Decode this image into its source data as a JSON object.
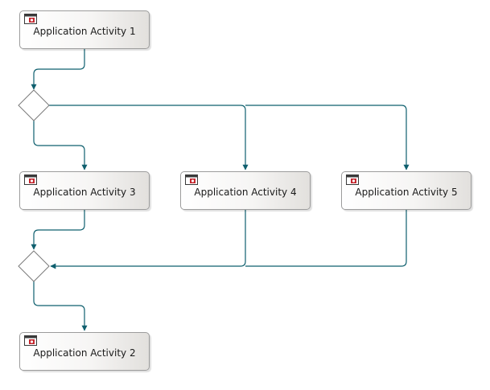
{
  "activities": {
    "activity_1": {
      "label": "Application Activity 1",
      "icon": "application-window-icon"
    },
    "activity_3": {
      "label": "Application Activity 3",
      "icon": "application-window-icon"
    },
    "activity_4": {
      "label": "Application Activity 4",
      "icon": "application-window-icon"
    },
    "activity_5": {
      "label": "Application Activity 5",
      "icon": "application-window-icon"
    },
    "activity_2": {
      "label": "Application Activity 2",
      "icon": "application-window-icon"
    }
  },
  "gateways": {
    "split": {
      "type": "parallel-split",
      "icon": "diamond-gateway-icon"
    },
    "join": {
      "type": "parallel-join",
      "icon": "diamond-gateway-icon"
    }
  },
  "colors": {
    "connector": "#0e5f6e",
    "box_border": "#9c9c9c",
    "icon_red": "#c4262e",
    "gateway_border": "#7a7a7a"
  }
}
